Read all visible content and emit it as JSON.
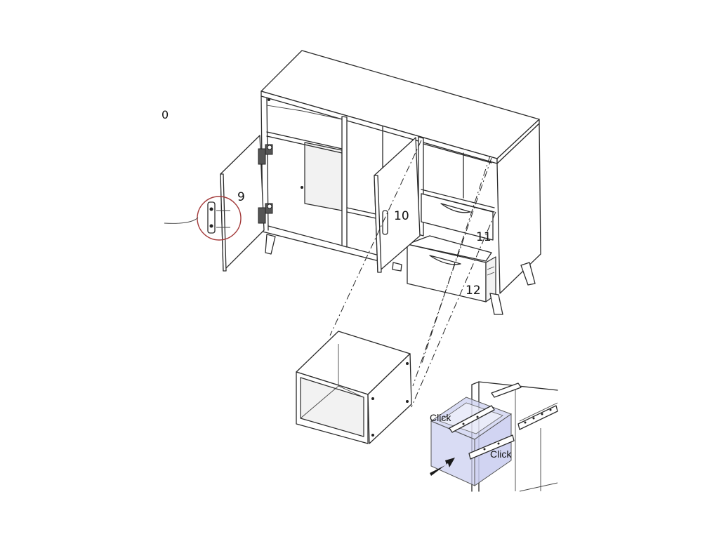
{
  "stray_mark": "0",
  "part_labels": {
    "door_left": "9",
    "door_handle": "10",
    "drawer_top": "11",
    "drawer_bottom": "12"
  },
  "detail_inset": {
    "click_top": "Click",
    "click_bottom": "Click",
    "drawer_color": "#c9cdf0",
    "arrow_color": "#1a1a1a"
  },
  "callout_circle_color": "#a33a3a"
}
